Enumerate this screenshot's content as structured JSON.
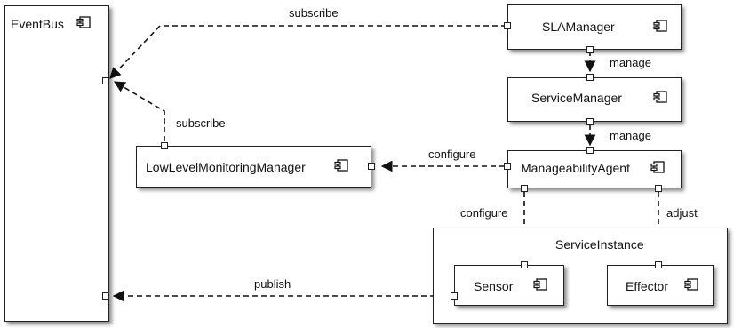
{
  "components": {
    "event_bus": "EventBus",
    "sla_manager": "SLAManager",
    "service_manager": "ServiceManager",
    "llm_manager": "LowLevelMonitoringManager",
    "manageability_agent": "ManageabilityAgent",
    "service_instance": "ServiceInstance",
    "sensor": "Sensor",
    "effector": "Effector"
  },
  "connections": {
    "sla_subscribe": "subscribe",
    "sla_manage": "manage",
    "sm_manage": "manage",
    "llm_subscribe": "subscribe",
    "agent_configure_llm": "configure",
    "agent_configure_sensor": "configure",
    "agent_adjust": "adjust",
    "sensor_publish": "publish"
  },
  "icon": "component-icon"
}
